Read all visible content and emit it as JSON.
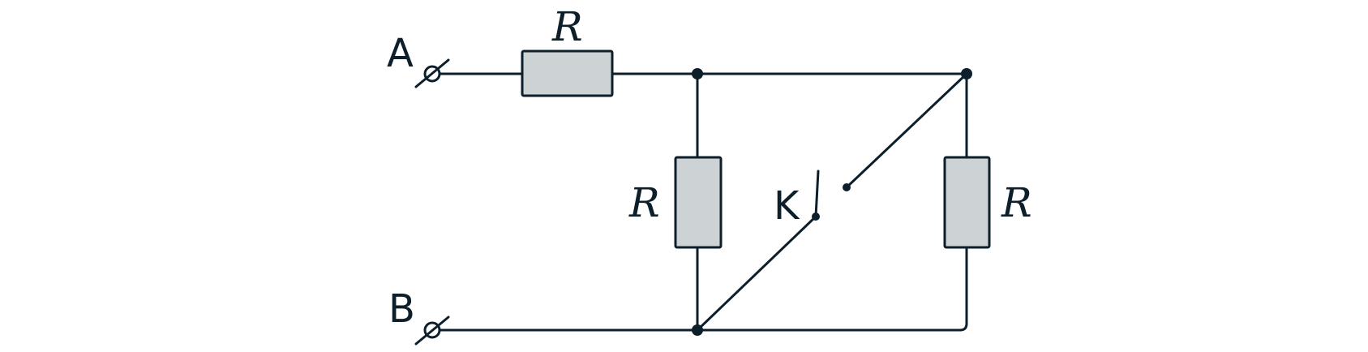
{
  "terminals": {
    "a_label": "A",
    "b_label": "B"
  },
  "resistors": {
    "top_label": "R",
    "middle_label": "R",
    "right_label": "R"
  },
  "switch": {
    "label": "K"
  },
  "colors": {
    "wire": "#0d1f2b",
    "resistor_fill": "#cdd2d5",
    "background": "#ffffff"
  }
}
